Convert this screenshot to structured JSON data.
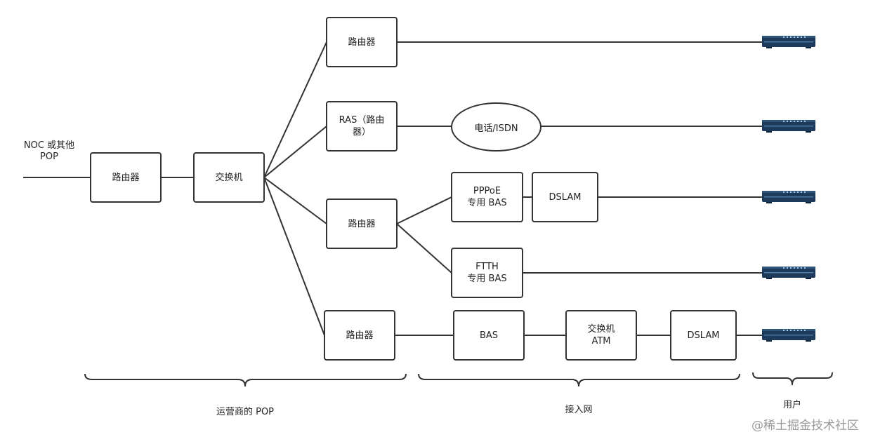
{
  "source": {
    "label": "NOC 或其他\nPOP"
  },
  "nodes": {
    "router_core": "路由器",
    "switch": "交换机",
    "router_top": "路由器",
    "ras": "RAS（路由\n器）",
    "phone_isdn": "电话/ISDN",
    "router_mid": "路由器",
    "pppoe_bas": "PPPoE\n专用 BAS",
    "dslam_mid": "DSLAM",
    "ftth_bas": "FTTH\n专用 BAS",
    "router_bottom": "路由器",
    "bas": "BAS",
    "atm_switch": "交换机\nATM",
    "dslam_bottom": "DSLAM"
  },
  "groups": {
    "operator_pop": "运营商的 POP",
    "access_network": "接入网",
    "users": "用户"
  },
  "user_devices": [
    {
      "icon": "modem-icon"
    },
    {
      "icon": "modem-icon"
    },
    {
      "icon": "modem-icon"
    },
    {
      "icon": "modem-icon"
    },
    {
      "icon": "modem-icon"
    }
  ],
  "watermark": "@稀土掘金技术社区",
  "colors": {
    "line": "#333333",
    "modem_body": "#1e3a5a",
    "modem_lights": "#9fc6e8"
  }
}
